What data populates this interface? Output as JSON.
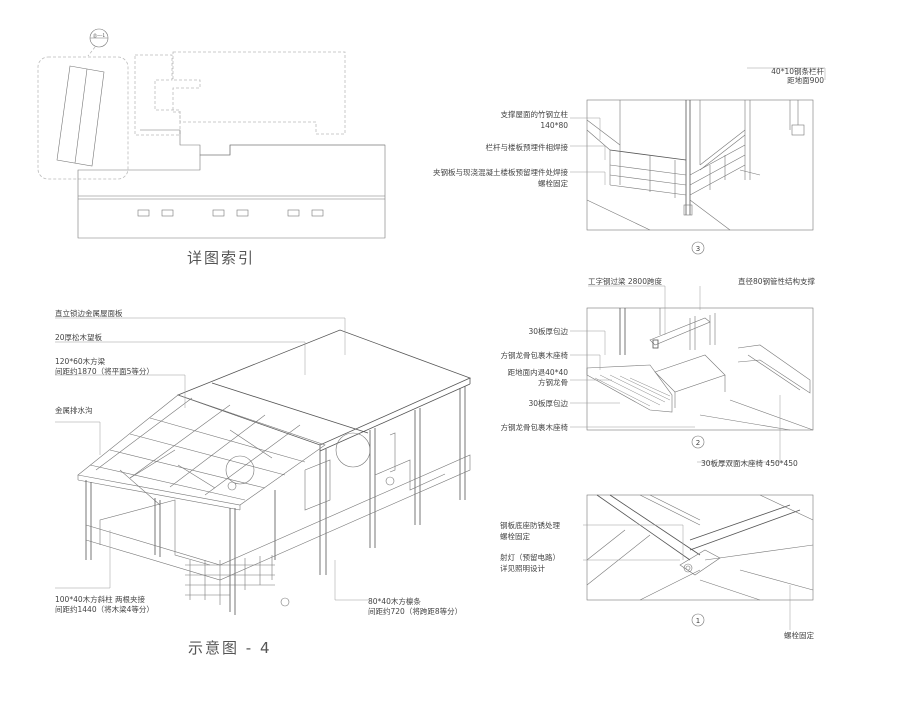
{
  "index_plan": {
    "caption": "详图索引",
    "marker": "总一-1"
  },
  "main": {
    "caption": "示意图 - 4",
    "labels": [
      {
        "id": "roof-panel",
        "text": "直立锁边金属屋面板"
      },
      {
        "id": "pine-board",
        "text": "20厚松木望板"
      },
      {
        "id": "beam-1",
        "text": "120*60木方梁"
      },
      {
        "id": "beam-2",
        "text": "间距约1870（将平面5等分）"
      },
      {
        "id": "gutter",
        "text": "金属排水沟"
      },
      {
        "id": "column-1",
        "text": "100*40木方斜柱 两根夹接"
      },
      {
        "id": "column-2",
        "text": "间距约1440（将木梁4等分）"
      },
      {
        "id": "purlin-1",
        "text": "80*40木方檩条"
      },
      {
        "id": "purlin-2",
        "text": "间距约720（将跨距8等分）"
      }
    ]
  },
  "detail3": {
    "number": "3",
    "labels": [
      {
        "id": "railing-1",
        "text": "40*10钢条栏杆"
      },
      {
        "id": "railing-2",
        "text": "距地面900"
      },
      {
        "id": "post-1",
        "text": "支撑屋面的竹钢立柱"
      },
      {
        "id": "post-2",
        "text": "140*80"
      },
      {
        "id": "weld",
        "text": "栏杆与楼板预埋件相焊接"
      },
      {
        "id": "steel-1",
        "text": "夹钢板与现浇混凝土楼板预留埋件处焊接"
      },
      {
        "id": "steel-2",
        "text": "螺栓固定"
      }
    ]
  },
  "detail2": {
    "number": "2",
    "labels": [
      {
        "id": "ibeam",
        "text": "工字钢过梁 2800跨度"
      },
      {
        "id": "pipe",
        "text": "直径80钢管性结构支撑"
      },
      {
        "id": "edge30a",
        "text": "30板厚包边"
      },
      {
        "id": "keel-a",
        "text": "方钢龙骨包裹木座椅"
      },
      {
        "id": "recess-1",
        "text": "距地面内退40*40"
      },
      {
        "id": "recess-2",
        "text": "方钢龙骨"
      },
      {
        "id": "edge30b",
        "text": "30板厚包边"
      },
      {
        "id": "keel-b",
        "text": "方钢龙骨包裹木座椅"
      },
      {
        "id": "bench",
        "text": "30板厚双面木座椅 450*450"
      }
    ]
  },
  "detail1": {
    "number": "1",
    "labels": [
      {
        "id": "base-1",
        "text": "钢板底座防锈处理"
      },
      {
        "id": "base-2",
        "text": "螺栓固定"
      },
      {
        "id": "light-1",
        "text": "射灯（预留电路）"
      },
      {
        "id": "light-2",
        "text": "详见照明设计"
      },
      {
        "id": "bolt",
        "text": "螺栓固定"
      }
    ]
  }
}
